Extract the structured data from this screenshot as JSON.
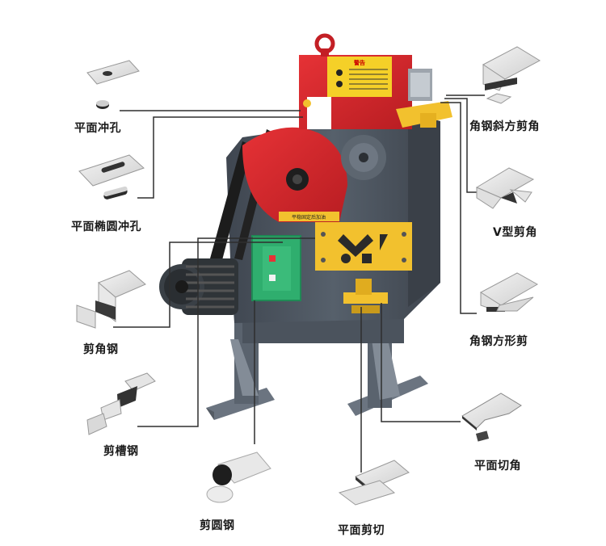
{
  "labels": {
    "flat_punch": "平面冲孔",
    "oval_punch": "平面椭圆冲孔",
    "cut_angle_steel": "剪角钢",
    "cut_channel_steel": "剪槽钢",
    "cut_round_steel": "剪圆钢",
    "flat_shear": "平面剪切",
    "flat_corner_cut": "平面切角",
    "angle_square_shear": "角钢方形剪",
    "v_notch": "V型剪角",
    "angle_bevel_notch": "角钢斜方剪角"
  },
  "machine": {
    "warning_title": "警告",
    "plate_text": "平稳固定后加油"
  },
  "colors": {
    "machine_body": "#4d5560",
    "red_parts": "#d8262b",
    "yellow_parts": "#f2c12e",
    "green_box": "#2fae6e",
    "leader_lines": "#333333"
  }
}
